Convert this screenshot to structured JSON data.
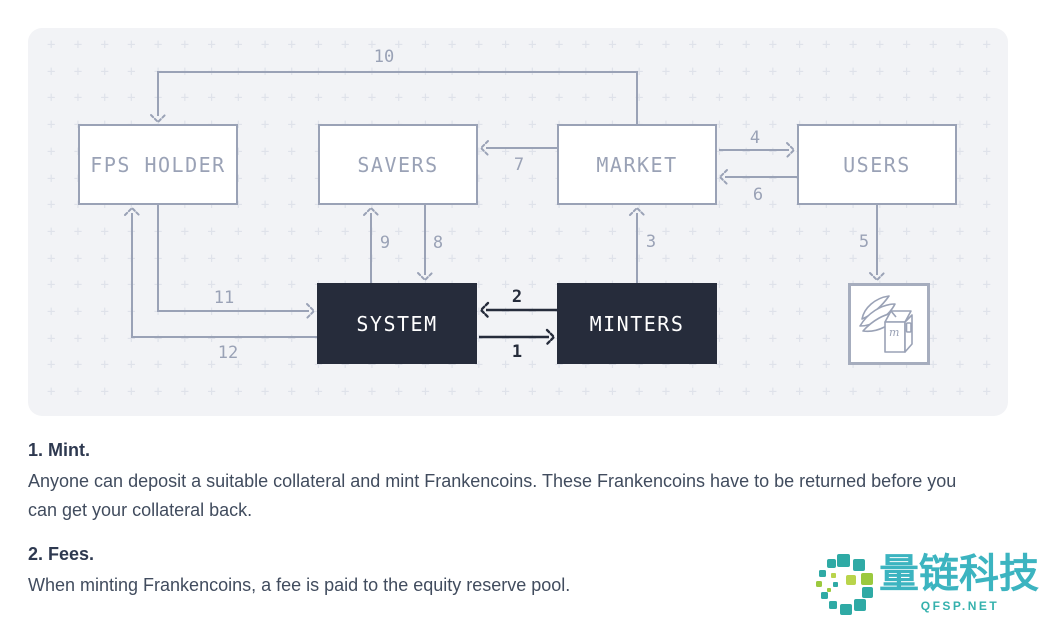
{
  "diagram": {
    "nodes": [
      {
        "id": "fps-holder",
        "label": "FPS HOLDER"
      },
      {
        "id": "savers",
        "label": "SAVERS"
      },
      {
        "id": "market",
        "label": "MARKET"
      },
      {
        "id": "users",
        "label": "USERS"
      },
      {
        "id": "system",
        "label": "SYSTEM"
      },
      {
        "id": "minters",
        "label": "MINTERS"
      },
      {
        "id": "goods",
        "label": "",
        "icon": "groceries-icon"
      }
    ],
    "edges": [
      {
        "label": "1",
        "from": "SYSTEM",
        "to": "MINTERS",
        "style": "dark"
      },
      {
        "label": "2",
        "from": "MINTERS",
        "to": "SYSTEM",
        "style": "dark"
      },
      {
        "label": "3",
        "from": "MINTERS",
        "to": "MARKET",
        "style": "gray"
      },
      {
        "label": "4",
        "from": "MARKET",
        "to": "USERS",
        "style": "gray"
      },
      {
        "label": "5",
        "from": "USERS",
        "to": "GOODS",
        "style": "gray"
      },
      {
        "label": "6",
        "from": "USERS",
        "to": "MARKET",
        "style": "gray"
      },
      {
        "label": "7",
        "from": "MARKET",
        "to": "SAVERS",
        "style": "gray"
      },
      {
        "label": "8",
        "from": "SAVERS",
        "to": "SYSTEM",
        "style": "gray"
      },
      {
        "label": "9",
        "from": "SYSTEM",
        "to": "SAVERS",
        "style": "gray"
      },
      {
        "label": "10",
        "from": "MARKET",
        "to": "FPS HOLDER",
        "style": "gray"
      },
      {
        "label": "11",
        "from": "FPS HOLDER",
        "to": "SYSTEM",
        "style": "gray"
      },
      {
        "label": "12",
        "from": "SYSTEM",
        "to": "FPS HOLDER",
        "style": "gray"
      }
    ],
    "colors": {
      "panel_bg": "#f2f3f6",
      "grid_plus": "#dfe2ea",
      "line_gray": "#9aa2b6",
      "dark_box": "#262c3b",
      "watermark_teal": "#3cb4c0",
      "watermark_green": "#9bc93e"
    }
  },
  "sections": [
    {
      "heading": "1. Mint.",
      "body": "Anyone can deposit a suitable collateral and mint Frankencoins. These Frankencoins have to be returned before you can get your collateral back."
    },
    {
      "heading": "2. Fees.",
      "body": "When minting Frankencoins, a fee is paid to the equity reserve pool."
    }
  ],
  "watermark": {
    "brand": "量链科技",
    "domain": "QFSP.NET"
  }
}
